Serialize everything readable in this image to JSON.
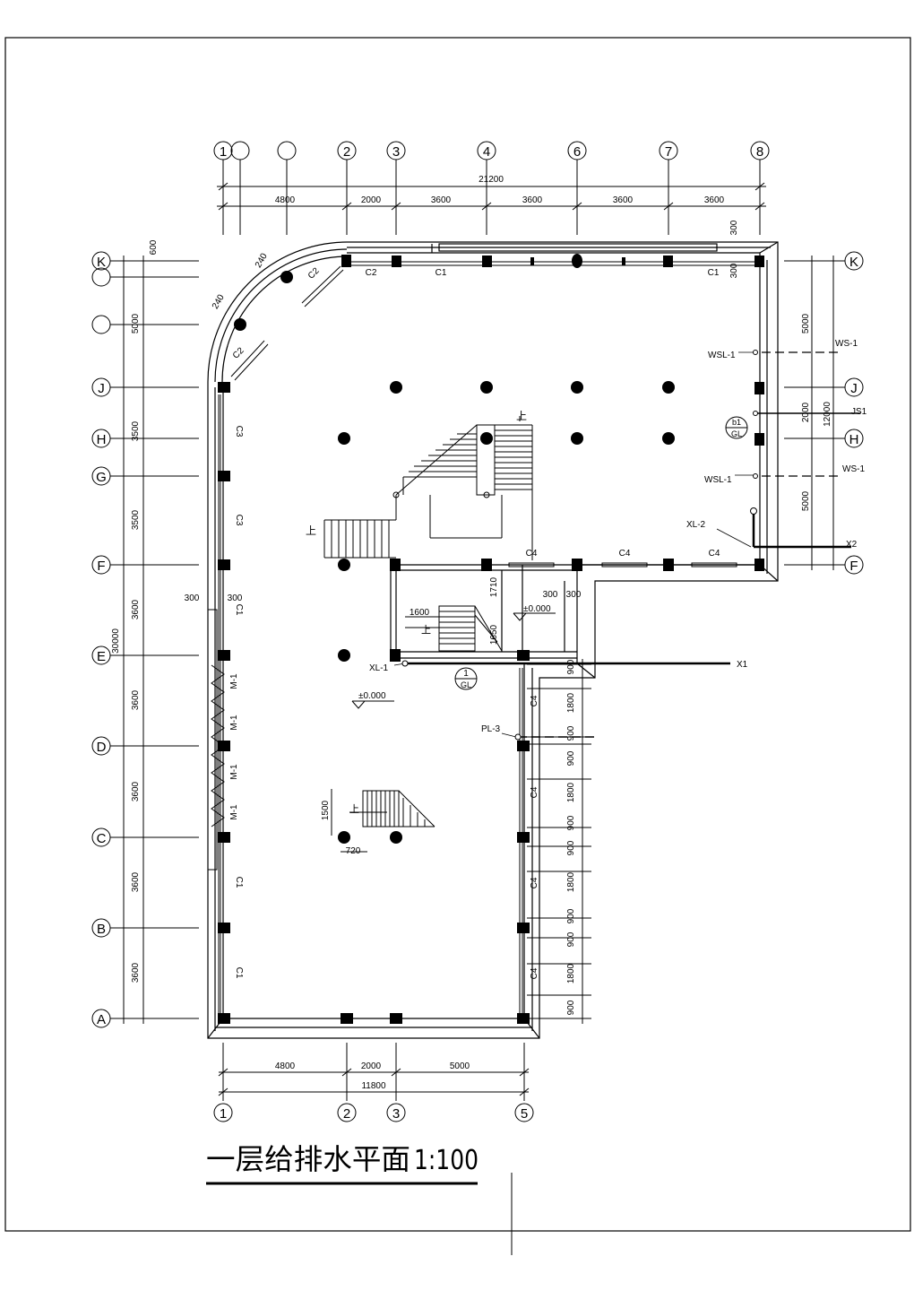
{
  "drawing": {
    "title": "一层给排水平面",
    "scale": "1:100",
    "axes_top": [
      "1",
      "",
      "",
      "2",
      "3",
      "4",
      "6",
      "7",
      "8"
    ],
    "axes_bottom": [
      "1",
      "2",
      "3",
      "5"
    ],
    "axes_left": [
      "K",
      "",
      "",
      "J",
      "H",
      "G",
      "F",
      "E",
      "D",
      "C",
      "B",
      "A"
    ],
    "axes_right": [
      "K",
      "J",
      "H",
      "F"
    ],
    "dims_top_total": "21200",
    "dims_top": [
      "4800",
      "2000",
      "3600",
      "3600",
      "3600",
      "3600"
    ],
    "dims_bottom": [
      "4800",
      "2000",
      "5000"
    ],
    "dims_bottom_total": "11800",
    "dims_left": [
      "600",
      "5000",
      "3500",
      "3500",
      "3600",
      "3600",
      "3600",
      "3600",
      "3600"
    ],
    "dim_left_total": "30000",
    "dims_right": [
      "5000",
      "2000",
      "5000"
    ],
    "dim_right_total": "12000",
    "dims_right_lower": [
      "900",
      "1800",
      "900",
      "900",
      "1800",
      "900",
      "900",
      "1800",
      "900",
      "900",
      "1800",
      "900"
    ],
    "dims_misc": {
      "d300_top": "300",
      "d300_right": "300",
      "d240a": "240",
      "d240b": "240",
      "d300_e_left": "300",
      "d300_e_right": "300",
      "d1600": "1600",
      "d1710": "1710",
      "d1650": "1650",
      "d300_a": "300",
      "d300_b": "300",
      "d1500": "1500",
      "d720": "720"
    },
    "windows": {
      "c1": "C1",
      "c2": "C2",
      "c3": "C3",
      "c4": "C4",
      "m1": "M-1"
    },
    "pipes": {
      "wsl1": "WSL-1",
      "ws1": "WS-1",
      "js1": "JS1",
      "xl2": "XL-2",
      "x2": "X2",
      "xl1": "XL-1",
      "x1": "X1",
      "pl3": "PL-3",
      "gl_top": "1",
      "gl_bottom": "GL",
      "gl2_top": "b1",
      "gl2_bottom": "GL"
    },
    "levels": [
      "±0.000",
      "±0.000"
    ],
    "stairs_up": "上"
  }
}
